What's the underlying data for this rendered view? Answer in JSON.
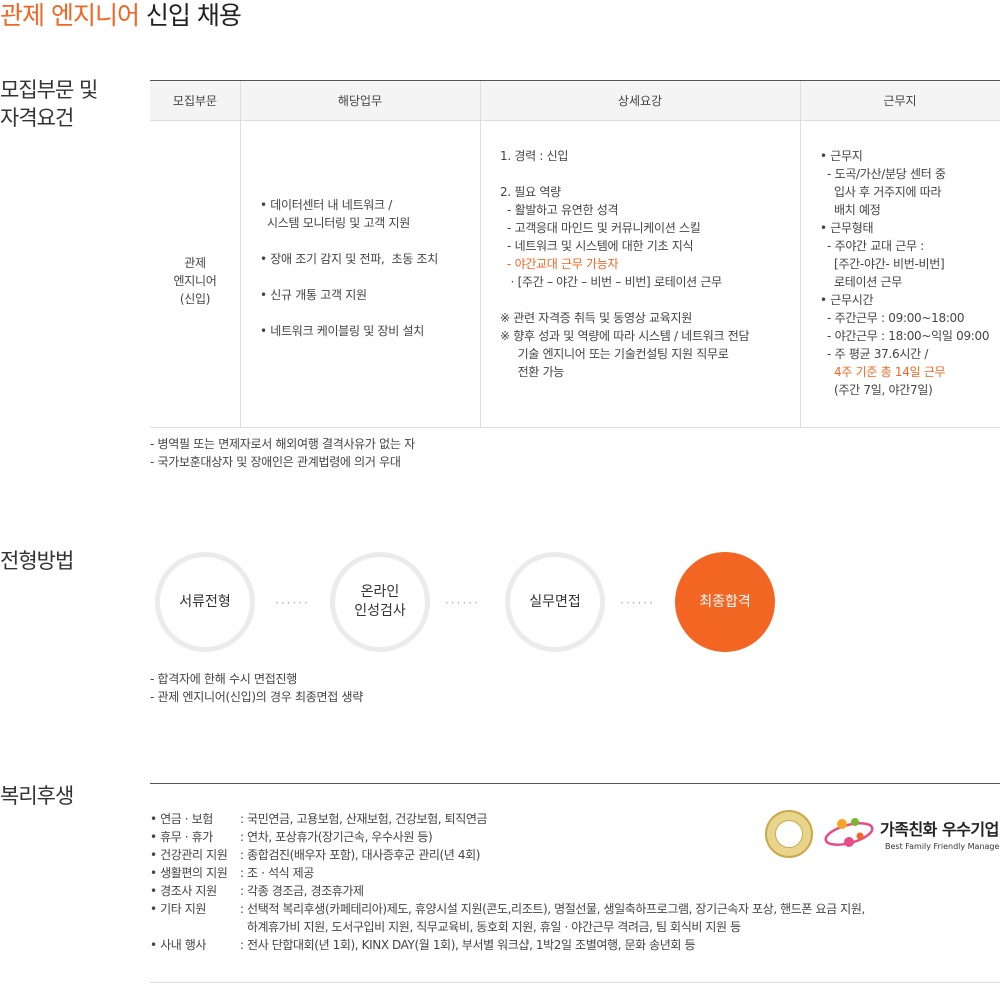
{
  "title": {
    "accent": "관제 엔지니어",
    "rest": " 신입 채용"
  },
  "sections": {
    "requirements_line1": "모집부문 및",
    "requirements_line2": "자격요건",
    "process": "전형방법",
    "welfare": "복리후생"
  },
  "table": {
    "headers": [
      "모집부문",
      "해당업무",
      "상세요강",
      "근무지"
    ],
    "division": [
      "관제",
      "엔지니어",
      "(신입)"
    ],
    "duties": [
      "• 데이터센터 내 네트워크 /",
      "  시스템 모니터링 및 고객 지원",
      "• 장애 조기 감지 및 전파,  초동 조치",
      "• 신규 개통 고객 지원",
      "• 네트워크 케이블링 및 장비 설치"
    ],
    "details": {
      "l1": "1. 경력 : 신입",
      "l2": "2. 필요 역량",
      "l3": "  - 활발하고 유연한 성격",
      "l4": "  - 고객응대 마인드 및 커뮤니케이션 스킬",
      "l5": "  - 네트워크 및 시스템에 대한 기초 지식",
      "l6": "  - 야간교대 근무 가능자",
      "l7": "   · [주간 – 야간 – 비번 – 비번] 로테이션 근무",
      "l8": "※ 관련 자격증 취득 및 동영상 교육지원",
      "l9": "※ 향후 성과 및 역량에 따라 시스템 / 네트워크 전담",
      "l10": "     기술 엔지니어 또는 기술컨설팅 지원 직무로",
      "l11": "     전환 가능"
    },
    "workplace": {
      "l1": "• 근무지",
      "l2": "  - 도곡/가산/분당 센터 중",
      "l3": "    입사 후 거주지에 따라",
      "l4": "    배치 예정",
      "l5": "• 근무형태",
      "l6": "  - 주야간 교대 근무 :",
      "l7": "    [주간-야간- 비번-비번]",
      "l8": "    로테이션 근무",
      "l9": "• 근무시간",
      "l10": "  - 주간근무 : 09:00~18:00",
      "l11": "  - 야간근무 : 18:00~익일 09:00",
      "l12": "  - 주 평균 37.6시간 /",
      "l13": "    4주 기준 총 14일 근무",
      "l14": "    (주간 7일, 야간7일)"
    }
  },
  "req_notes": [
    "- 병역필 또는 면제자로서 해외여행 결격사유가 없는 자",
    "- 국가보훈대상자 및 장애인은 관계법령에 의거 우대"
  ],
  "process": {
    "steps": [
      {
        "line1": "서류전형",
        "line2": ""
      },
      {
        "line1": "온라인",
        "line2": "인성검사"
      },
      {
        "line1": "실무면접",
        "line2": ""
      },
      {
        "line1": "최종합격",
        "line2": ""
      }
    ],
    "dots": "······",
    "notes": [
      "- 합격자에 한해 수시 면접진행",
      "- 관제 엔지니어(신입)의 경우 최종면접 생략"
    ]
  },
  "welfare": {
    "items": [
      {
        "label": "• 연금 · 보험",
        "value": ": 국민연금, 고용보험, 산재보험, 건강보험, 퇴직연금"
      },
      {
        "label": "• 휴무 · 휴가",
        "value": ": 연차, 포상휴가(장기근속, 우수사원 등)"
      },
      {
        "label": "• 건강관리 지원",
        "value": ": 종합검진(배우자 포함), 대사증후군 관리(년 4회)"
      },
      {
        "label": "• 생활편의 지원",
        "value": ": 조 · 석식 제공"
      },
      {
        "label": "• 경조사 지원",
        "value": ": 각종 경조금, 경조휴가제"
      },
      {
        "label": "• 기타 지원",
        "value": ": 선택적 복리후생(카페테리아)제도, 휴양시설 지원(콘도,리조트), 명절선물, 생일축하프로그램, 장기근속자 포상, 핸드폰 요금 지원,"
      },
      {
        "label": "",
        "value": "  하계휴가비 지원, 도서구입비 지원, 직무교육비, 동호회 지원, 휴일 · 야간근무 격려금, 팀 회식비 지원 등"
      },
      {
        "label": "• 사내 행사",
        "value": ": 전사 단합대회(년 1회), KINX DAY(월 1회), 부서별 워크샵, 1박2일 조별여행, 문화 송년회 등"
      }
    ],
    "certification": {
      "title": "가족친화 우수기업",
      "subtitle": "Best Family Friendly Management"
    }
  },
  "colors": {
    "accent": "#f26522",
    "header_bg": "#f4f4f4",
    "border": "#dddddd",
    "step_ring": "#ebebeb"
  }
}
